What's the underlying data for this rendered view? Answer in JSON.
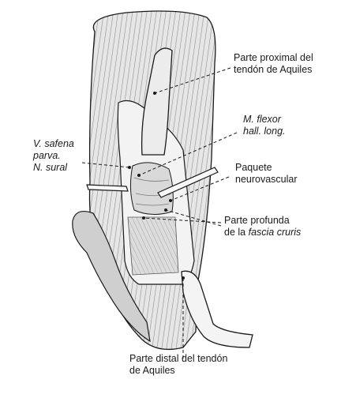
{
  "labels": {
    "proximal_tendon": [
      "Parte proximal del",
      "tendón de Aquiles"
    ],
    "flexor": [
      "M. flexor",
      "hall. long."
    ],
    "safena": [
      "V. safena",
      "parva.",
      "N. sural"
    ],
    "paquete": [
      "Paquete",
      "neurovascular"
    ],
    "profunda": [
      "Parte profunda",
      "de la ",
      "fascia cruris"
    ],
    "distal_tendon": [
      "Parte distal del tendón",
      "de Aquiles"
    ]
  },
  "colors": {
    "ink": "#1a1a1a",
    "skin": "#d6d6d6",
    "skin_dark": "#9a9a9a",
    "tissue": "#eeeeee"
  }
}
